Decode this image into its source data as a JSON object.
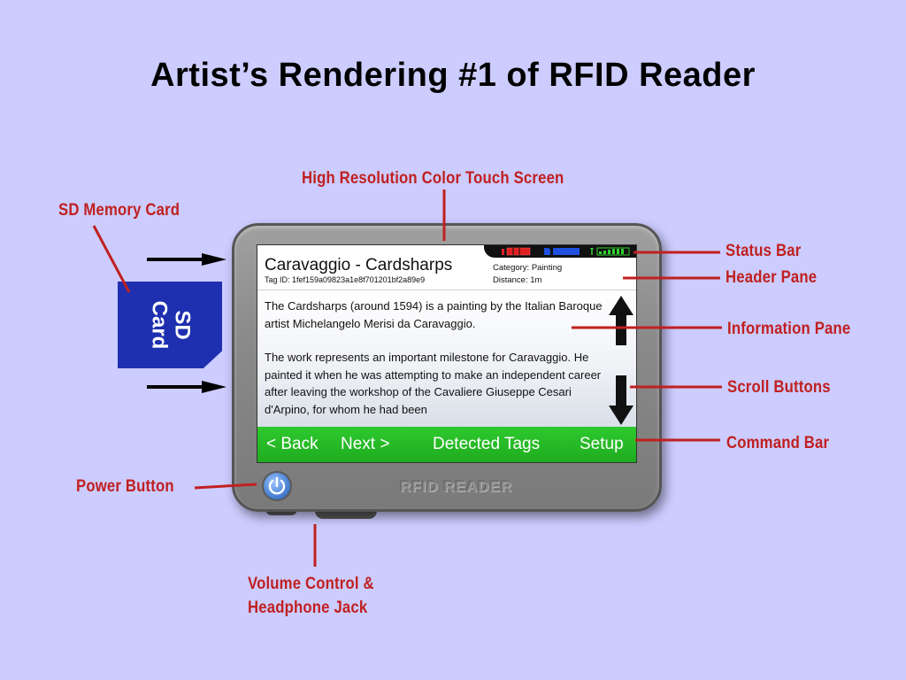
{
  "title": "Artist’s Rendering #1 of RFID Reader",
  "callouts": {
    "touch_screen": "High Resolution Color Touch Screen",
    "sd_memory_card": "SD Memory Card",
    "status_bar": "Status Bar",
    "header_pane": "Header Pane",
    "information_pane": "Information Pane",
    "scroll_buttons": "Scroll Buttons",
    "command_bar": "Command Bar",
    "power_button": "Power Button",
    "volume_line1": "Volume Control &",
    "volume_line2": "Headphone Jack"
  },
  "sd_card": {
    "label": "SD\nCard",
    "color": "#1e2fb0"
  },
  "device": {
    "brand": "RFID READER",
    "header": {
      "title": "Caravaggio - Cardsharps",
      "tag_id": "Tag ID: 1fef159a09823a1e8f701201bf2a89e9",
      "category": "Category: Painting",
      "distance": "Distance: 1m"
    },
    "info": {
      "paragraph1": "The Cardsharps (around 1594) is a painting by the Italian Baroque artist Michelangelo Merisi da Caravaggio.",
      "paragraph2": "The work represents an important milestone for Caravaggio. He painted it when he was attempting to make an independent career after leaving the workshop of the Cavaliere Giuseppe Cesari d'Arpino, for whom he had been"
    },
    "commands": {
      "back": "< Back",
      "next": "Next >",
      "detected": "Detected Tags",
      "setup": "Setup"
    },
    "icons": {
      "scroll_up": "arrow-up-icon",
      "scroll_down": "arrow-down-icon",
      "power": "power-icon",
      "battery": "battery-icon",
      "storage": "storage-icon",
      "signal": "signal-icon"
    }
  },
  "colors": {
    "background": "#ccccff",
    "callout": "#c02020",
    "command_bar": "#22b022",
    "battery_red": "#e02020",
    "storage_blue": "#2050e0",
    "signal_green": "#30d030"
  }
}
